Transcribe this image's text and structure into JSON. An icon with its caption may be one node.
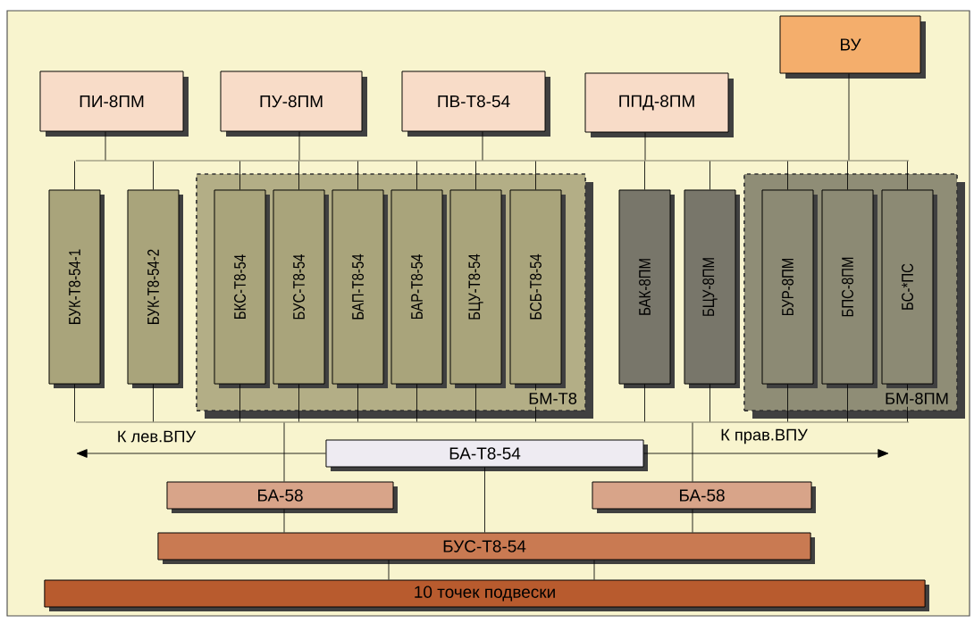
{
  "diagram": {
    "nodes": [
      {
        "text": [
          "ПИ-8ПМ"
        ]
      },
      {
        "text": [
          "ПУ-8ПМ"
        ]
      },
      {
        "text": [
          "ПВ-Т8-54"
        ]
      },
      {
        "text": [
          "ППД-8ПМ"
        ]
      },
      {
        "text": [
          "ВУ"
        ]
      },
      {
        "text": [],
        "shape": "bar"
      },
      {
        "text": [
          "БУК-Т8-54-1"
        ]
      },
      {
        "text": [
          "БУК-Т8-54-2"
        ]
      },
      {
        "text": [
          "БМ-Т8"
        ]
      },
      {
        "text": [
          "БКС-Т8-54"
        ],
        "in": 8
      },
      {
        "text": [
          "БУС-Т8-54"
        ],
        "in": 8
      },
      {
        "text": [
          "БАП-Т8-54"
        ],
        "in": 8
      },
      {
        "text": [
          "БАР-Т8-54"
        ],
        "in": 8
      },
      {
        "text": [
          "БЦУ-Т8-54"
        ],
        "in": 8
      },
      {
        "text": [
          "БСБ-Т8-54"
        ],
        "in": 8
      },
      {
        "text": [
          "БАК-8ПМ"
        ]
      },
      {
        "text": [
          "БЦУ-8ПМ"
        ]
      },
      {
        "text": [
          "БМ-8ПМ"
        ]
      },
      {
        "text": [
          "БУР-8ПМ"
        ],
        "in": 17
      },
      {
        "text": [
          "БПС-8ПМ"
        ],
        "in": 17
      },
      {
        "text": [
          "БС-*ПС"
        ],
        "in": 17
      },
      {
        "text": [],
        "shape": "bar"
      },
      {
        "text": [
          "БА-Т8-54"
        ]
      },
      {
        "text": [
          "БА-58"
        ]
      },
      {
        "text": [
          "БА-58"
        ]
      },
      {
        "text": [
          "БУС-Т8-54"
        ]
      },
      {
        "text": [
          "10 точек подвески"
        ]
      }
    ],
    "edges": [
      {
        "from": 0,
        "to": 5,
        "arrow": "none"
      },
      {
        "from": 1,
        "to": 5,
        "arrow": "none"
      },
      {
        "from": 2,
        "to": 5,
        "arrow": "none"
      },
      {
        "from": 3,
        "to": 5,
        "arrow": "none"
      },
      {
        "from": 4,
        "to": 5,
        "arrow": "none"
      },
      {
        "from": 5,
        "to": 6,
        "arrow": "none"
      },
      {
        "from": 5,
        "to": 7,
        "arrow": "none"
      },
      {
        "from": 5,
        "to": 9,
        "arrow": "none"
      },
      {
        "from": 5,
        "to": 10,
        "arrow": "none"
      },
      {
        "from": 5,
        "to": 11,
        "arrow": "none"
      },
      {
        "from": 5,
        "to": 12,
        "arrow": "none"
      },
      {
        "from": 5,
        "to": 13,
        "arrow": "none"
      },
      {
        "from": 5,
        "to": 14,
        "arrow": "none"
      },
      {
        "from": 5,
        "to": 15,
        "arrow": "none"
      },
      {
        "from": 5,
        "to": 16,
        "arrow": "none"
      },
      {
        "from": 5,
        "to": 18,
        "arrow": "none"
      },
      {
        "from": 5,
        "to": 19,
        "arrow": "none"
      },
      {
        "from": 5,
        "to": 20,
        "arrow": "none"
      },
      {
        "from": 6,
        "to": 21,
        "arrow": "none"
      },
      {
        "from": 7,
        "to": 21,
        "arrow": "none"
      },
      {
        "from": 9,
        "to": 21,
        "arrow": "none"
      },
      {
        "from": 10,
        "to": 21,
        "arrow": "none"
      },
      {
        "from": 11,
        "to": 21,
        "arrow": "none"
      },
      {
        "from": 12,
        "to": 21,
        "arrow": "none"
      },
      {
        "from": 13,
        "to": 21,
        "arrow": "none"
      },
      {
        "from": 14,
        "to": 21,
        "arrow": "none"
      },
      {
        "from": 15,
        "to": 21,
        "arrow": "none"
      },
      {
        "from": 16,
        "to": 21,
        "arrow": "none"
      },
      {
        "from": 18,
        "to": 21,
        "arrow": "none"
      },
      {
        "from": 19,
        "to": 21,
        "arrow": "none"
      },
      {
        "from": 20,
        "to": 21,
        "arrow": "none"
      },
      {
        "from": 21,
        "to": 23,
        "arrow": "none"
      },
      {
        "from": 21,
        "to": 24,
        "arrow": "none"
      },
      {
        "from": 22,
        "to": null,
        "arrow": "to",
        "label": "К лев.ВПУ"
      },
      {
        "from": 22,
        "to": null,
        "arrow": "to",
        "label": "К прав.ВПУ"
      },
      {
        "from": 22,
        "to": 25,
        "arrow": "none"
      },
      {
        "from": 23,
        "to": 25,
        "arrow": "none"
      },
      {
        "from": 24,
        "to": 25,
        "arrow": "none"
      },
      {
        "from": 25,
        "to": 26,
        "arrow": "none"
      },
      {
        "from": 25,
        "to": 26,
        "arrow": "none"
      }
    ]
  }
}
